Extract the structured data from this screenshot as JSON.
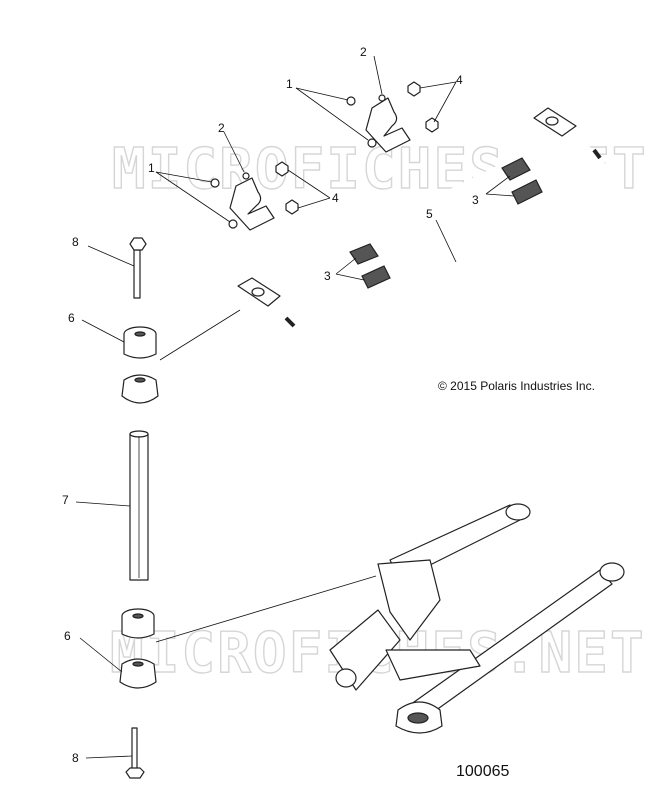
{
  "watermark": "MICROFICHES.NET",
  "copyright": "© 2015 Polaris Industries Inc.",
  "figure_number": "100065",
  "callouts": {
    "c1a": "1",
    "c1b": "1",
    "c2a": "2",
    "c2b": "2",
    "c3a": "3",
    "c3b": "3",
    "c4a": "4",
    "c4b": "4",
    "c5": "5",
    "c6a": "6",
    "c6b": "6",
    "c7": "7",
    "c8a": "8",
    "c8b": "8"
  }
}
